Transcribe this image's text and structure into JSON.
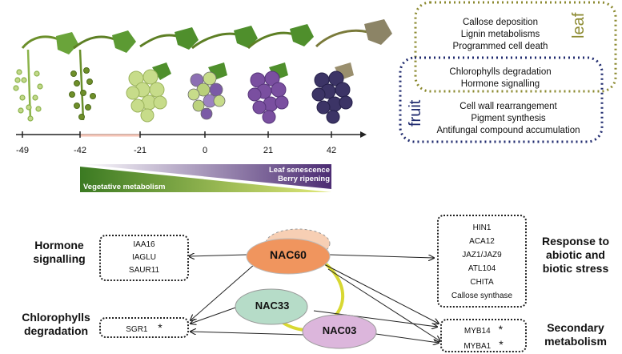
{
  "timeline": {
    "ticks": [
      "-49",
      "-42",
      "-21",
      "0",
      "21",
      "42"
    ]
  },
  "gradient_bar": {
    "vegetative_label": "Vegetative metabolism",
    "senescence_label": "Leaf senescence",
    "ripening_label": "Berry ripening"
  },
  "tissue_box": {
    "leaf_label": "leaf",
    "fruit_label": "fruit",
    "leaf_only": [
      "Callose deposition",
      "Lignin metabolisms",
      "Programmed cell death"
    ],
    "shared": [
      "Chlorophylls degradation",
      "Hormone signalling"
    ],
    "fruit_only": [
      "Cell wall rearrangement",
      "Pigment synthesis",
      "Antifungal compound accumulation"
    ]
  },
  "network": {
    "nodes": {
      "nac60": "NAC60",
      "nac33": "NAC33",
      "nac03": "NAC03"
    },
    "categories": {
      "hormone": [
        "Hormone",
        "signalling"
      ],
      "chlorophyll": [
        "Chlorophylls",
        "degradation"
      ],
      "stress": [
        "Response to",
        "abiotic and",
        "biotic stress"
      ],
      "secondary": [
        "Secondary",
        "metabolism"
      ]
    },
    "hormone_genes": [
      "IAA16",
      "IAGLU",
      "SAUR11"
    ],
    "chlorophyll_genes": [
      "SGR1"
    ],
    "stress_genes": [
      "HIN1",
      "ACA12",
      "JAZ1/JAZ9",
      "ATL104",
      "CHITA",
      "Callose synthase"
    ],
    "secondary_genes": [
      "MYB14",
      "MYBA1"
    ],
    "star": "*"
  },
  "colors": {
    "leaf_box": "#8c8a30",
    "fruit_box": "#1f2a6e",
    "nac60": "#f0955e",
    "nac33": "#b6dcc8",
    "nac03": "#dcb6dc",
    "link": "#d8d832"
  }
}
